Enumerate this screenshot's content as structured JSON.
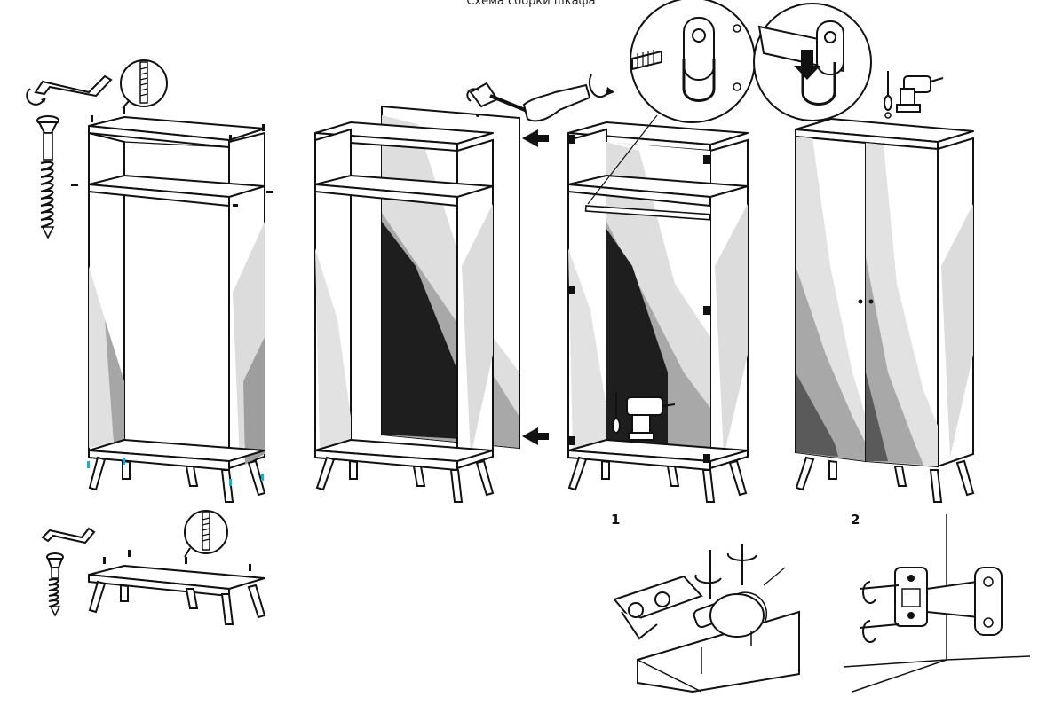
{
  "diagram": {
    "title": "Схема сборки шкафа",
    "step_labels": [
      "1",
      "2"
    ],
    "colors": {
      "line": "#111111",
      "panel": "#ffffff",
      "stripe_light": "#e4e4e4",
      "stripe_mid": "#a8a8a8",
      "stripe_dark": "#5a5a5a",
      "back_panel": "#1e1e1e",
      "accent_dowel": "#2aa7c8"
    },
    "illustrations": [
      {
        "name": "cabinet-frame",
        "content": "carcass with shelf and legs"
      },
      {
        "name": "cabinet-back-panel",
        "content": "carcass with back panel being inserted"
      },
      {
        "name": "cabinet-door-hanging",
        "content": "carcass with hanging rail, hinges and screwdriver"
      },
      {
        "name": "cabinet-doors-closed",
        "content": "finished wardrobe with two doors"
      },
      {
        "name": "base-assembly",
        "content": "base plinth with legs"
      },
      {
        "name": "hinge-detail-1",
        "content": "hinge mounting step 1"
      },
      {
        "name": "hinge-detail-2",
        "content": "hinge mounting step 2"
      }
    ],
    "icons": [
      "allen-key-icon",
      "screw-icon",
      "confirmat-screw-icon",
      "hammer-icon",
      "screwdriver-icon",
      "drill-icon",
      "magnifier-icon",
      "arrow-icon"
    ]
  }
}
